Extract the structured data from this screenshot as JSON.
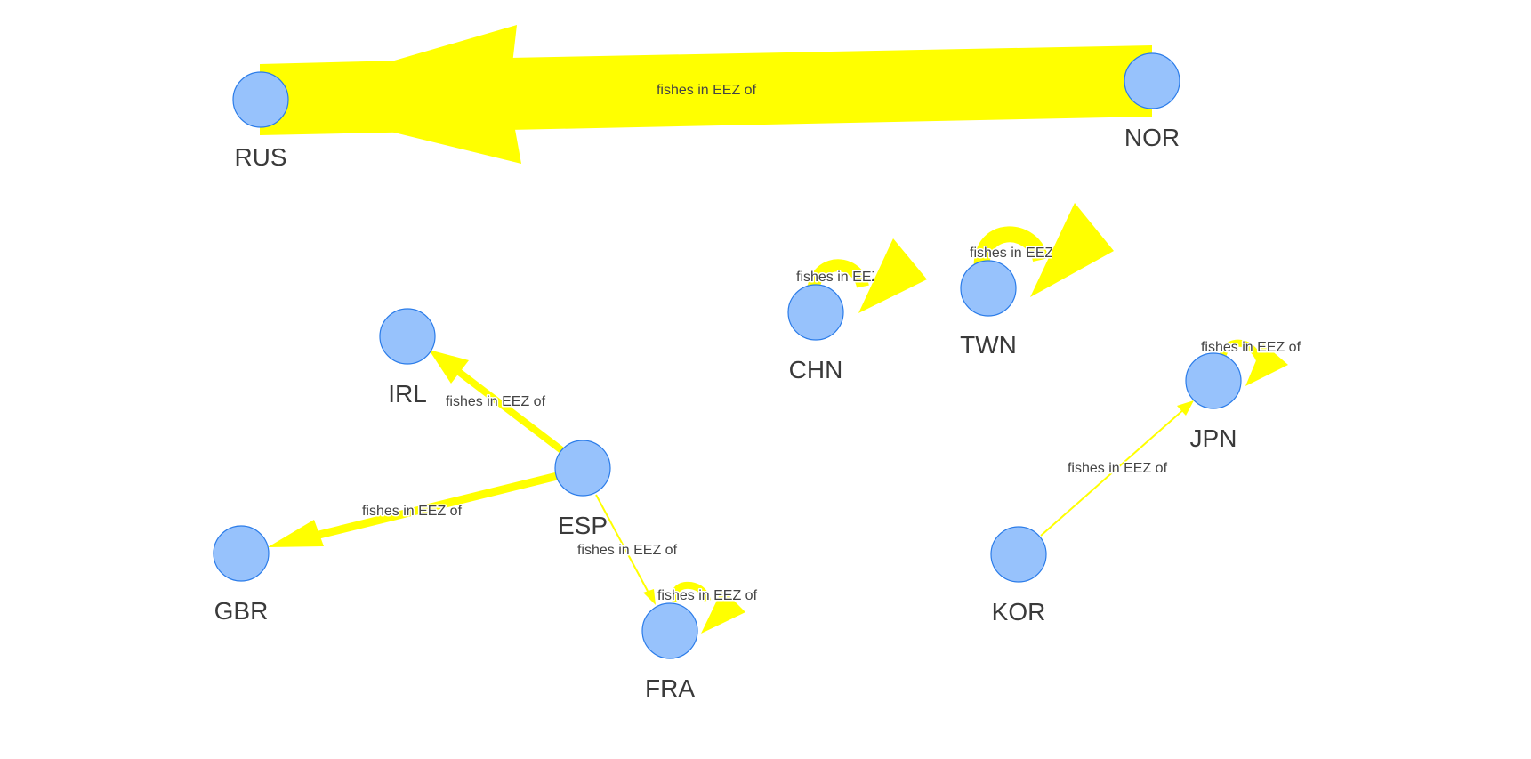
{
  "graph": {
    "colors": {
      "background": "#ffffff",
      "edge": "#ffff00",
      "node_fill": "#97c2fc",
      "node_border": "#2b7ce9",
      "node_label": "#3a3a3a",
      "edge_label": "#444444"
    },
    "nodes": [
      {
        "id": "RUS",
        "label": "RUS"
      },
      {
        "id": "NOR",
        "label": "NOR"
      },
      {
        "id": "CHN",
        "label": "CHN"
      },
      {
        "id": "TWN",
        "label": "TWN"
      },
      {
        "id": "IRL",
        "label": "IRL"
      },
      {
        "id": "ESP",
        "label": "ESP"
      },
      {
        "id": "GBR",
        "label": "GBR"
      },
      {
        "id": "FRA",
        "label": "FRA"
      },
      {
        "id": "JPN",
        "label": "JPN"
      },
      {
        "id": "KOR",
        "label": "KOR"
      }
    ],
    "edges": [
      {
        "from": "NOR",
        "to": "RUS",
        "label": "fishes in EEZ of"
      },
      {
        "from": "CHN",
        "to": "CHN",
        "label": "fishes in EEZ of"
      },
      {
        "from": "TWN",
        "to": "TWN",
        "label": "fishes in EEZ of"
      },
      {
        "from": "ESP",
        "to": "IRL",
        "label": "fishes in EEZ of"
      },
      {
        "from": "ESP",
        "to": "GBR",
        "label": "fishes in EEZ of"
      },
      {
        "from": "ESP",
        "to": "FRA",
        "label": "fishes in EEZ of"
      },
      {
        "from": "FRA",
        "to": "FRA",
        "label": "fishes in EEZ of"
      },
      {
        "from": "KOR",
        "to": "JPN",
        "label": "fishes in EEZ of"
      },
      {
        "from": "JPN",
        "to": "JPN",
        "label": "fishes in EEZ of"
      }
    ]
  }
}
